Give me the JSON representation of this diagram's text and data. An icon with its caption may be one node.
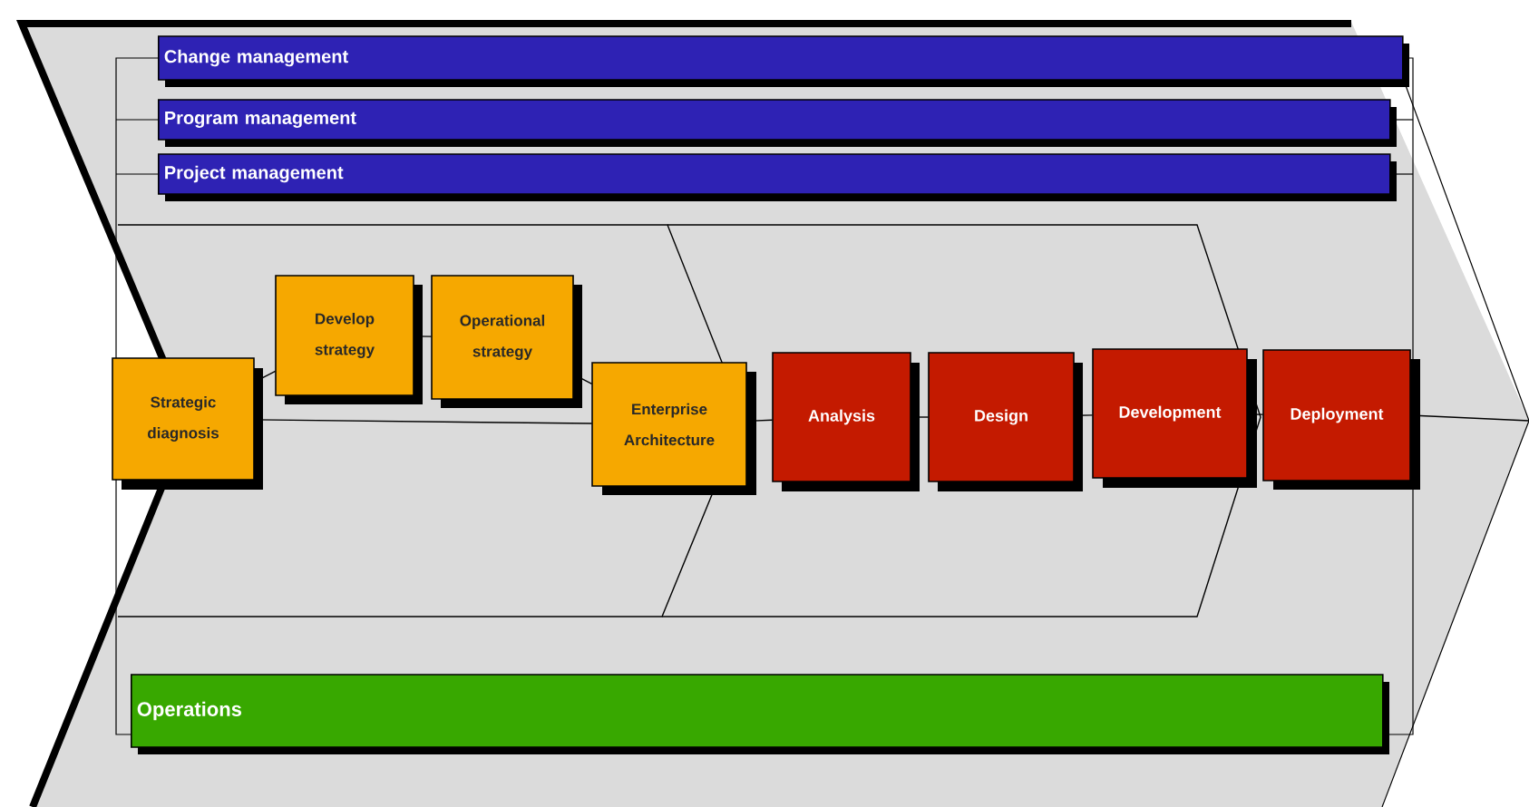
{
  "diagram": {
    "nodes": [
      {
        "text": [
          "Change management"
        ]
      },
      {
        "text": [
          "Program management"
        ]
      },
      {
        "text": [
          "Project management"
        ]
      },
      {
        "text": [
          "Strategic diagnosis"
        ]
      },
      {
        "text": [
          "Develop strategy"
        ]
      },
      {
        "text": [
          "Operational strategy"
        ]
      },
      {
        "text": [
          "Enterprise Architecture"
        ]
      },
      {
        "text": [
          "Analysis"
        ]
      },
      {
        "text": [
          "Design"
        ]
      },
      {
        "text": [
          "Development"
        ]
      },
      {
        "text": [
          "Deployment"
        ]
      },
      {
        "text": [
          "Operations"
        ]
      }
    ],
    "edges": [
      {
        "from": 3,
        "to": 4,
        "arrow": "none"
      },
      {
        "from": 4,
        "to": 5,
        "arrow": "none"
      },
      {
        "from": 3,
        "to": 6,
        "arrow": "none"
      },
      {
        "from": 5,
        "to": 6,
        "arrow": "none"
      },
      {
        "from": 6,
        "to": 7,
        "arrow": "none"
      },
      {
        "from": 7,
        "to": 8,
        "arrow": "none"
      },
      {
        "from": 8,
        "to": 9,
        "arrow": "none"
      },
      {
        "from": 9,
        "to": 10,
        "arrow": "none"
      },
      {
        "from": 10,
        "to": null,
        "arrow": "none"
      }
    ]
  }
}
